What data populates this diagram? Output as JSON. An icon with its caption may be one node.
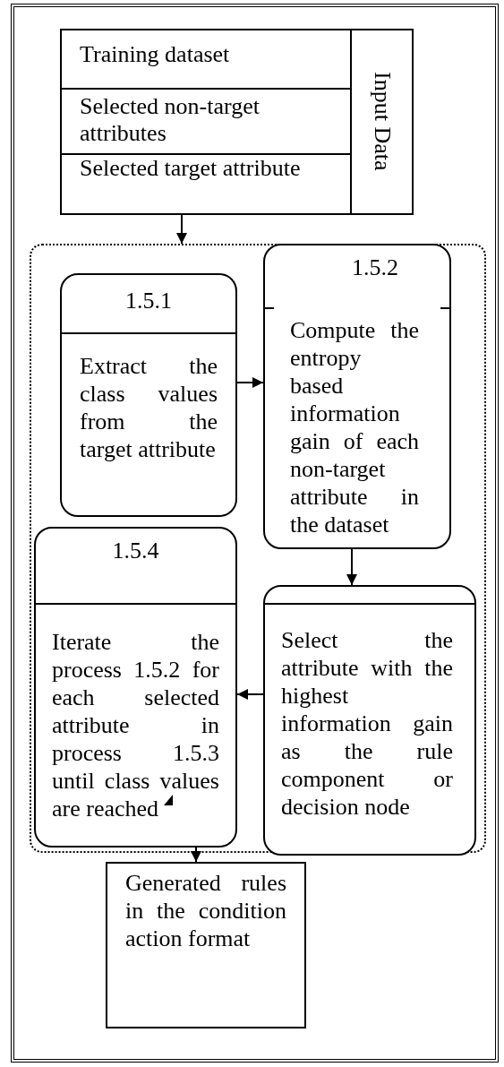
{
  "diagram": {
    "nodes": [
      {
        "text": [
          "Training dataset",
          "Selected non-target attributes",
          "Selected target attribute",
          "Input Data"
        ]
      },
      {
        "text": [],
        "shape": "box"
      },
      {
        "text": [
          "1.5.1",
          "Extract the class values from the target attribute"
        ],
        "in": 1
      },
      {
        "text": [
          "1.5.2",
          "Compute the entropy based information gain of each non-target attribute in the dataset"
        ],
        "in": 1
      },
      {
        "text": [
          "Select the attribute with the highest information gain as the rule component or decision node"
        ],
        "in": 1
      },
      {
        "text": [
          "1.5.4",
          "Iterate the process 1.5.2 for each selected attribute in process 1.5.3 until class values are reached"
        ],
        "in": 1
      },
      {
        "text": [
          "Generated rules in the condition action format"
        ]
      }
    ],
    "edges": [
      {
        "from": 0,
        "to": 1,
        "arrow": "to"
      },
      {
        "from": 2,
        "to": 3,
        "arrow": "to"
      },
      {
        "from": 3,
        "to": 4,
        "arrow": "to"
      },
      {
        "from": 4,
        "to": 5,
        "arrow": "to"
      },
      {
        "from": 5,
        "to": 6,
        "arrow": "to"
      }
    ]
  }
}
